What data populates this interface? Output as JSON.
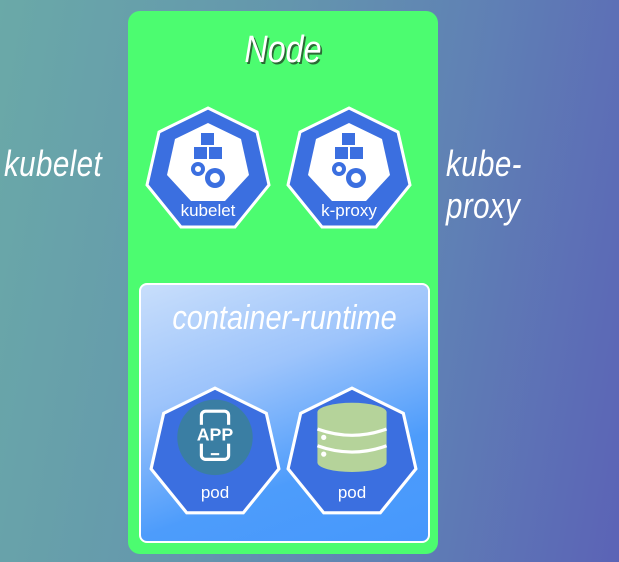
{
  "side_labels": {
    "left": "kubelet",
    "right": "kube-proxy"
  },
  "node": {
    "title": "Node",
    "components": [
      {
        "label": "kubelet",
        "icon": "cubes-gears-icon"
      },
      {
        "label": "k-proxy",
        "icon": "cubes-gears-icon"
      }
    ],
    "runtime": {
      "title": "container-runtime",
      "pods": [
        {
          "label": "pod",
          "icon": "app-phone-icon",
          "icon_text": "APP"
        },
        {
          "label": "pod",
          "icon": "database-icon"
        }
      ]
    }
  },
  "colors": {
    "node_bg": "#4cfc70",
    "heptagon": "#3b6fe0",
    "runtime_bg": "#4698fc",
    "db": "#b5d39a"
  }
}
